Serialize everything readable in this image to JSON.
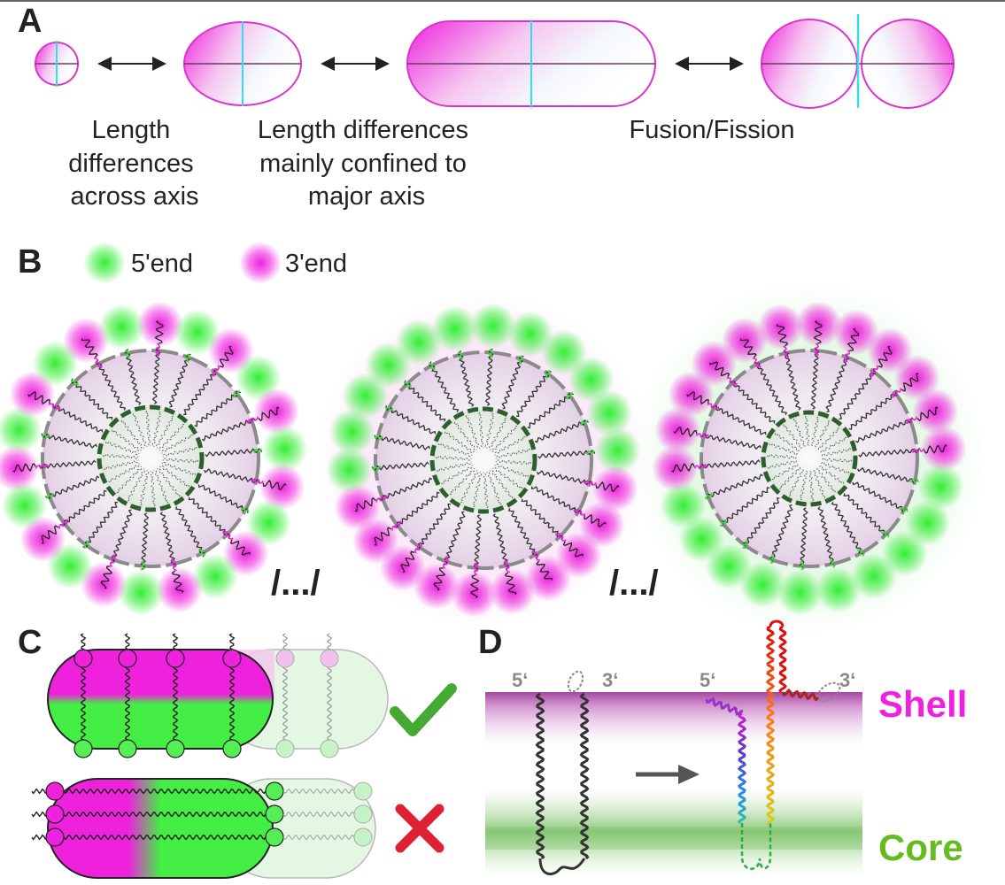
{
  "panel_a": {
    "letter": "A",
    "caption_1": [
      "Length",
      "differences",
      "across axis"
    ],
    "caption_2": [
      "Length differences",
      "mainly confined to",
      "major axis"
    ],
    "caption_3": "Fusion/Fission"
  },
  "panel_b": {
    "letter": "B",
    "legend_5": "5'end",
    "legend_3": "3'end",
    "separator": "/.../"
  },
  "panel_c": {
    "letter": "C"
  },
  "panel_d": {
    "letter": "D",
    "left_5": "5‘",
    "left_3": "3‘",
    "right_5": "5‘",
    "right_3": "3‘",
    "shell": "Shell",
    "core": "Core"
  },
  "colors": {
    "magenta": "#ee22dd",
    "green": "#44ee44",
    "cyan": "#33ddee",
    "check": "#44aa33",
    "cross": "#dd2233",
    "core_label": "#66bb22"
  }
}
